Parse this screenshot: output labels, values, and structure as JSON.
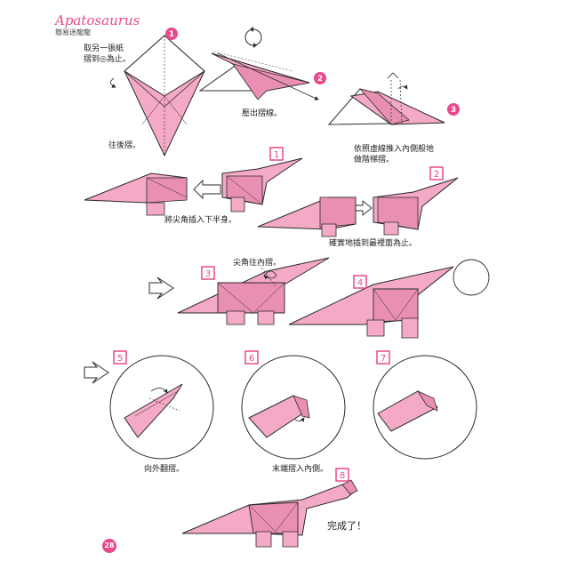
{
  "header": {
    "title": "Apatosaurus",
    "subtitle": "簡易迷龍龍"
  },
  "steps": {
    "c1": "1",
    "c2": "2",
    "c3": "3",
    "s1": "1",
    "s2": "2",
    "s3": "3",
    "s4": "4",
    "s5": "5",
    "s6": "6",
    "s7": "7",
    "s8": "8"
  },
  "captions": {
    "t1a": "取另一張紙",
    "t1b": "摺到◎為止。",
    "t2": "往後摺。",
    "t3": "壓出摺線。",
    "t4a": "依照虛線推入內側般地",
    "t4b": "做階梯摺。",
    "t5": "將尖角插入下半身。",
    "t6": "確實地插到最裡面為止。",
    "t7": "尖角往內摺。",
    "t8": "向外翻摺。",
    "t9": "末端摺入內側。",
    "t10": "完成了！"
  },
  "footer": {
    "page_number": "28"
  },
  "colors": {
    "accent": "#e8498a",
    "paper": "#f4a9c6",
    "paper_dark": "#e98fb3",
    "line": "#2a2a2a"
  }
}
